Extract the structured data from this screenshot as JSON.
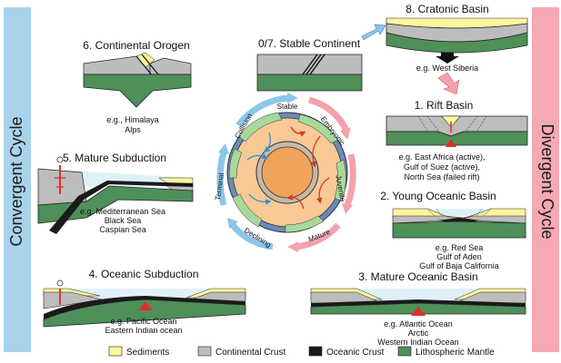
{
  "side_labels": {
    "left": "Convergent Cycle",
    "right": "Divergent Cycle"
  },
  "stages": {
    "s8": {
      "title": "8. Cratonic Basin",
      "examples": [
        "e.g. West Siberia"
      ]
    },
    "s0": {
      "title": "0/7. Stable Continent",
      "examples": []
    },
    "s1": {
      "title": "1. Rift Basin",
      "examples": [
        "e.g. East Africa (active),",
        "Gulf of Suez (active),",
        "North Sea (failed rift)"
      ]
    },
    "s2": {
      "title": "2. Young Oceanic Basin",
      "examples": [
        "e.g. Red Sea",
        "Gulf of Aden",
        "Gulf of Baja California"
      ]
    },
    "s3": {
      "title": "3. Mature Oceanic Basin",
      "examples": [
        "e.g. Atlantic Ocean",
        "Arctic",
        "Western Indian Ocean"
      ]
    },
    "s4": {
      "title": "4. Oceanic  Subduction",
      "examples": [
        "e.g. Pacific Ocean",
        "Eastern Indian ocean"
      ]
    },
    "s5": {
      "title": "5. Mature Subduction",
      "examples": [
        "e.g. Mediterranean Sea",
        "Black Sea",
        "Caspian Sea"
      ]
    },
    "s6": {
      "title": "6. Continental Orogen",
      "examples": [
        "e.g., Himalaya",
        "Alps"
      ]
    }
  },
  "cycle_labels": {
    "stable": "Stable",
    "embryonic": "Embryonic",
    "juvenile": "Juvenile",
    "mature": "Mature",
    "declining": "Declining",
    "terminal": "Terminal",
    "collision": "Collision"
  },
  "legend": [
    {
      "label": "Sediments",
      "color": "#fff59d"
    },
    {
      "label": "Continental Crust",
      "color": "#bdbdbd"
    },
    {
      "label": "Oceanic Crust",
      "color": "#1a1a1a"
    },
    {
      "label": "Lithospheric Mantle",
      "color": "#4f8f5a"
    }
  ],
  "colors": {
    "convergent_band": "#a9d3ec",
    "divergent_band": "#f5a9b2",
    "arrow_blue": "#8cc6ea",
    "arrow_pink": "#f4a1ab",
    "arrow_red": "#e0302a",
    "sea": "#dff1f8"
  }
}
